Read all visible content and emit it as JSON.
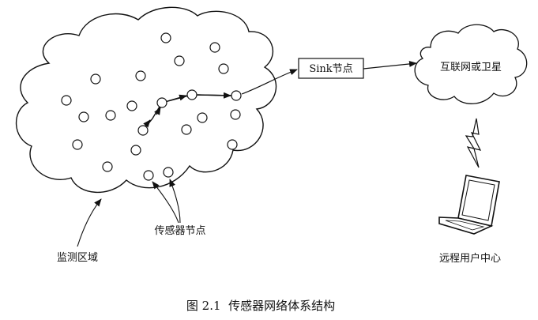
{
  "labels": {
    "sink_box": "Sink节点",
    "internet_cloud": "互联网或卫星",
    "sensor_nodes": "传感器节点",
    "monitoring_area": "监测区域",
    "remote_user": "远程用户中心",
    "caption": "图 2.1  传感器网络体系结构"
  },
  "colors": {
    "ink": "#111111",
    "background": "#ffffff"
  },
  "icons": {
    "laptop": "laptop-icon",
    "wireless_link": "lightning-bolt-icon"
  }
}
